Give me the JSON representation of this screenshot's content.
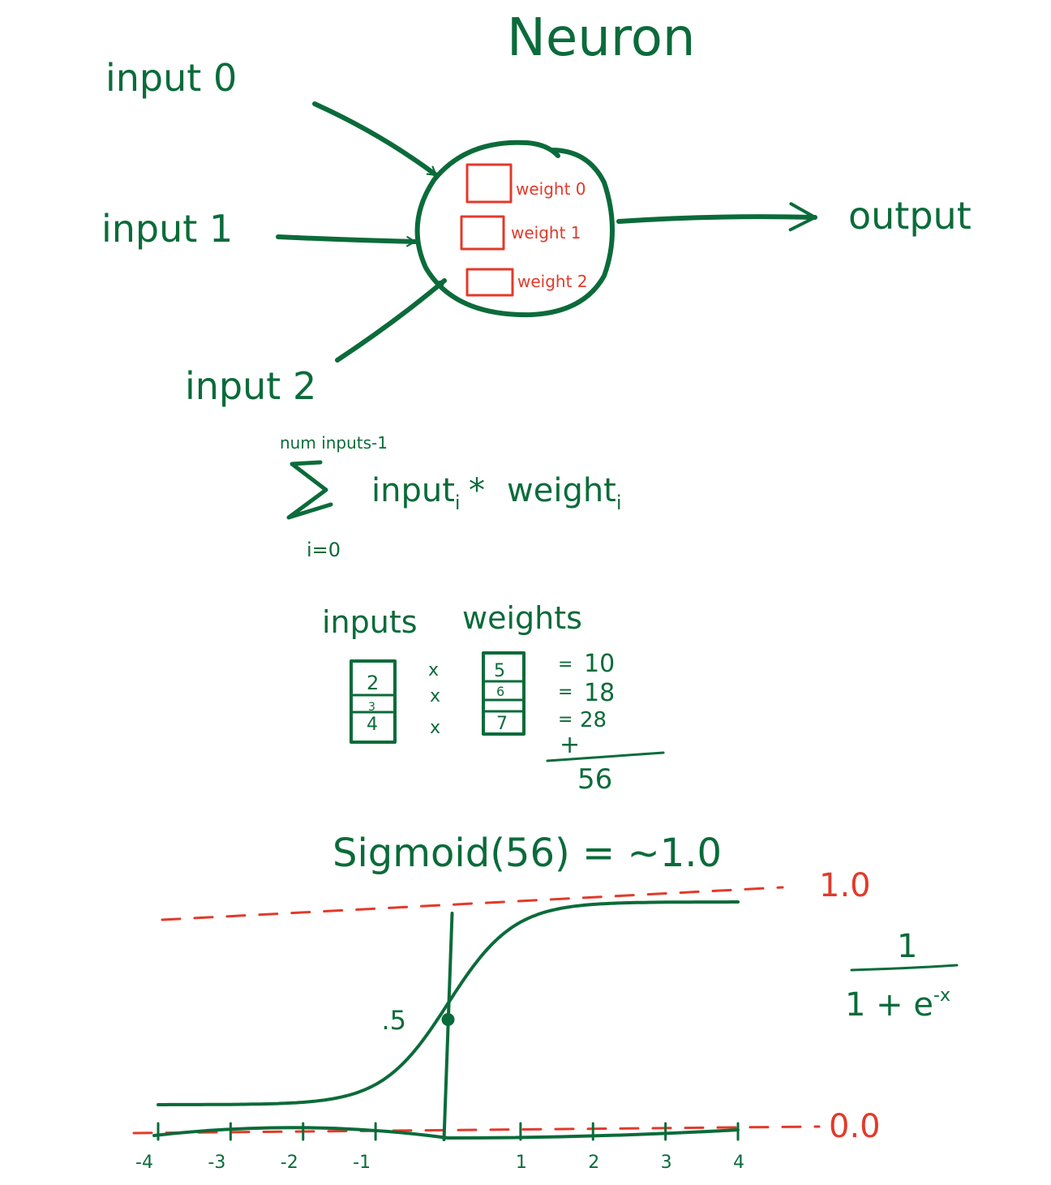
{
  "title": "Neuron",
  "inputs": [
    "input 0",
    "input 1",
    "input 2"
  ],
  "weights": [
    "weight 0",
    "weight 1",
    "weight 2"
  ],
  "output_label": "output",
  "formula": {
    "upper_limit": "num inputs-1",
    "lower_limit": "i=0",
    "term_input": "input",
    "term_weight": "weight",
    "subscript": "i",
    "operator": "*"
  },
  "example": {
    "inputs_header": "inputs",
    "weights_header": "weights",
    "input_values": [
      "2",
      "3",
      "4"
    ],
    "weight_values": [
      "5",
      "6",
      "7"
    ],
    "times": "x",
    "equals": "=",
    "products": [
      "10",
      "18",
      "28"
    ],
    "plus": "+",
    "sum": "56"
  },
  "sigmoid_caption": "Sigmoid(56) = ~1.0",
  "sigmoid_formula": {
    "numerator": "1",
    "denominator_left": "1 + e",
    "exponent": "-x"
  },
  "chart_data": {
    "type": "line",
    "x_ticks": [
      "-4",
      "-3",
      "-2",
      "-1",
      "1",
      "2",
      "3",
      "4"
    ],
    "y_reference_lines": [
      {
        "value": 1.0,
        "label": "1.0",
        "style": "dashed",
        "color": "#e23a2a"
      },
      {
        "value": 0.0,
        "label": "0.0",
        "style": "dashed",
        "color": "#e23a2a"
      }
    ],
    "midpoint": {
      "x": 0,
      "y": 0.5,
      "label": ".5"
    },
    "xlim": [
      -4,
      4
    ],
    "ylim": [
      0,
      1
    ],
    "curve_color": "#0b6b3a"
  },
  "colors": {
    "ink": "#0b6b3a",
    "accent": "#e23a2a",
    "background": "#ffffff"
  }
}
